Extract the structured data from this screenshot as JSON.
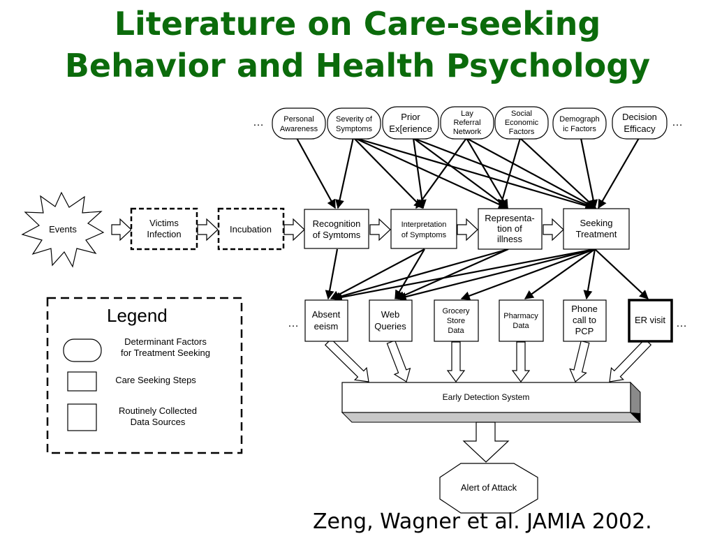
{
  "title": {
    "line1": "Literature on Care-seeking",
    "line2": "Behavior and Health Psychology"
  },
  "citation": "Zeng, Wagner et al.  JAMIA 2002.",
  "diagram": {
    "factors": [
      [
        "Personal",
        "Awareness"
      ],
      [
        "Severity of",
        "Symptoms"
      ],
      [
        "Prior",
        "Ex[erience"
      ],
      [
        "Lay",
        "Referral",
        "Network"
      ],
      [
        "Social",
        "Economic",
        "Factors"
      ],
      [
        "Demograph",
        "ic Factors"
      ],
      [
        "Decision",
        "Efficacy"
      ]
    ],
    "ellipsis": "…",
    "events": "Events",
    "infection": [
      "Victims",
      "Infection"
    ],
    "incubation": "Incubation",
    "steps": [
      [
        "Recognition",
        "of Symtoms"
      ],
      [
        "Interpretation",
        "of Symptoms"
      ],
      [
        "Representa-",
        "tion of",
        "illness"
      ],
      [
        "Seeking",
        "Treatment"
      ]
    ],
    "sources": [
      [
        "Absent",
        "eeism"
      ],
      [
        "Web",
        "Queries"
      ],
      [
        "Grocery",
        "Store",
        "Data"
      ],
      [
        "Pharmacy",
        "Data"
      ],
      [
        "Phone",
        "call  to",
        "PCP"
      ],
      [
        "ER visit"
      ]
    ],
    "eds": "Early Detection System",
    "alert": "Alert of Attack",
    "legend": {
      "title": "Legend",
      "items": [
        [
          "Determinant Factors",
          "for Treatment Seeking"
        ],
        [
          "Care Seeking Steps"
        ],
        [
          "Routinely Collected",
          "Data Sources"
        ]
      ]
    }
  }
}
